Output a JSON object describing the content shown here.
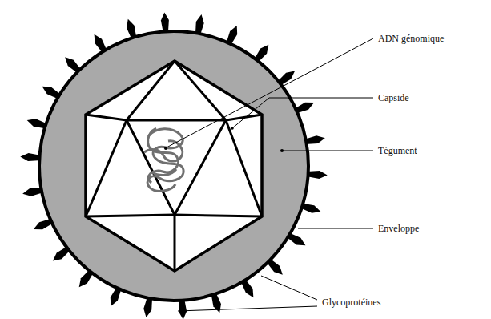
{
  "diagram": {
    "labels": [
      "ADN génomique",
      "Capside",
      "Tégument",
      "Enveloppe",
      "Glycoprotéines"
    ]
  }
}
